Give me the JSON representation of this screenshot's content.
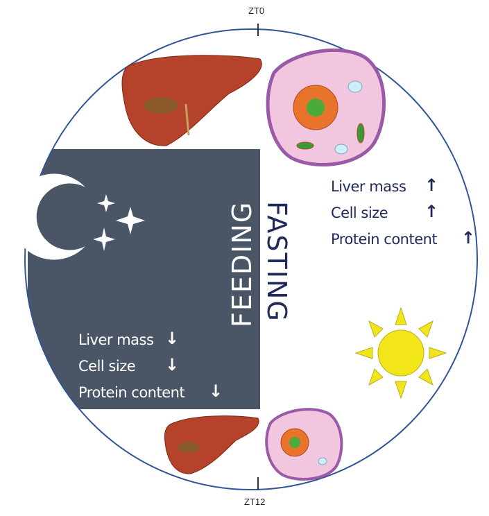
{
  "timepoints": {
    "top": "ZT0",
    "bottom": "ZT12"
  },
  "phases": {
    "night": "FEEDING",
    "day": "FASTING"
  },
  "night_effects": [
    {
      "label": "Liver mass",
      "direction": "down"
    },
    {
      "label": "Cell size",
      "direction": "down"
    },
    {
      "label": "Protein content",
      "direction": "down"
    }
  ],
  "day_effects": [
    {
      "label": "Liver mass",
      "direction": "up"
    },
    {
      "label": "Cell size",
      "direction": "up"
    },
    {
      "label": "Protein content",
      "direction": "up"
    }
  ],
  "colors": {
    "night_panel": "#4a5566",
    "circle": "#2f5597",
    "day_text": "#1f2a5a",
    "sun": "#f2e51a",
    "liver": "#b5422a",
    "cell": "#f3c6e0"
  }
}
